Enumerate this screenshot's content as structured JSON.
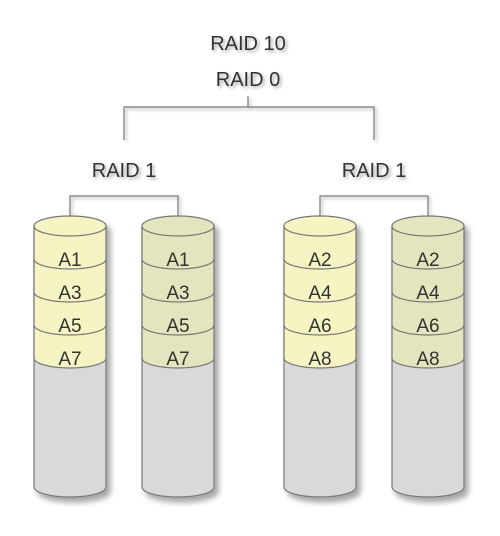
{
  "top": {
    "title": "RAID 10",
    "subtitle": "RAID 0"
  },
  "groups": [
    {
      "label": "RAID 1"
    },
    {
      "label": "RAID 1"
    }
  ],
  "disks": [
    {
      "blocks": [
        "A1",
        "A3",
        "A5",
        "A7"
      ]
    },
    {
      "blocks": [
        "A1",
        "A3",
        "A5",
        "A7"
      ]
    },
    {
      "blocks": [
        "A2",
        "A4",
        "A6",
        "A8"
      ]
    },
    {
      "blocks": [
        "A2",
        "A4",
        "A6",
        "A8"
      ]
    }
  ],
  "colors": {
    "primary_block": "#f7f4c4",
    "mirror_block": "#e4e4be",
    "empty_body": "#d9d9d9",
    "outline": "#777777"
  }
}
